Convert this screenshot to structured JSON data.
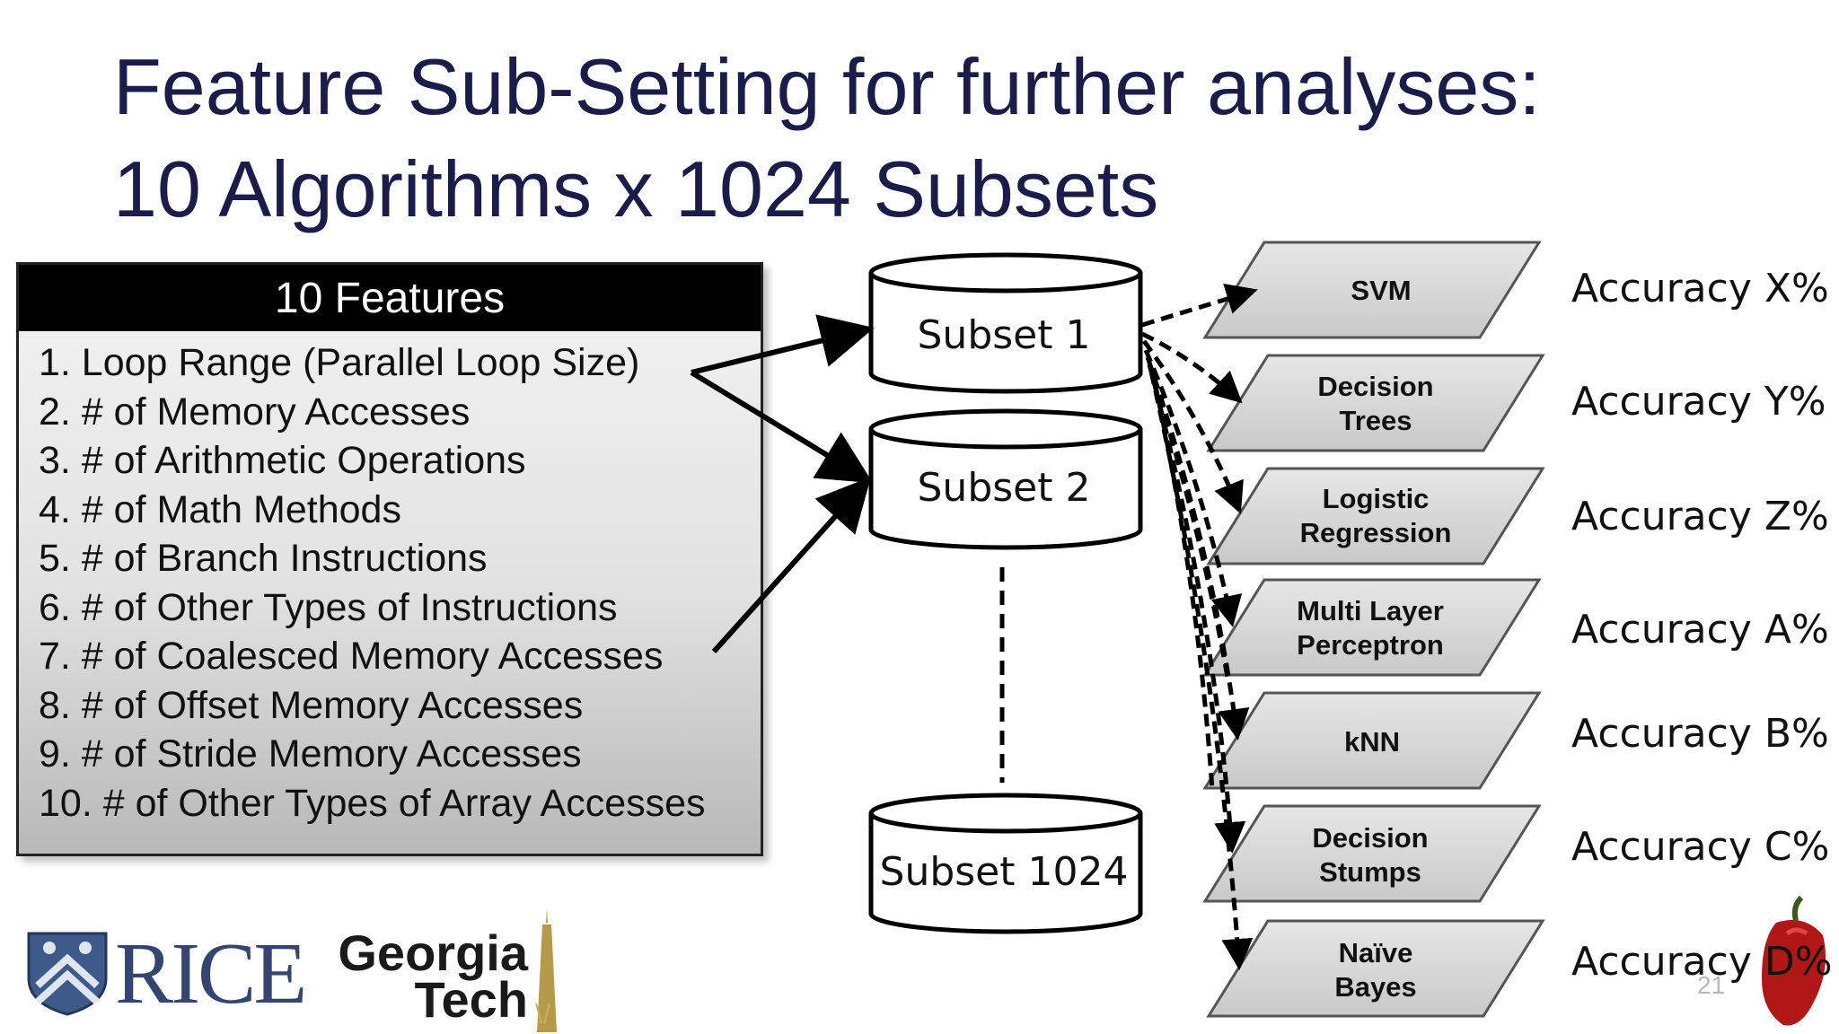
{
  "slide": {
    "title_line1": "Feature Sub-Setting for further analyses:",
    "title_line2": "10 Algorithms x 1024 Subsets",
    "slide_number": "21"
  },
  "features": {
    "header": "10 Features",
    "items": [
      "1. Loop Range (Parallel Loop Size)",
      "2. # of Memory Accesses",
      "3. # of Arithmetic Operations",
      "4. # of Math Methods",
      "5. # of Branch Instructions",
      "6. # of Other Types of Instructions",
      "7. # of Coalesced Memory Accesses",
      "8. # of Offset Memory  Accesses",
      "9. # of Stride Memory Accesses",
      "10. # of Other Types of Array Accesses"
    ]
  },
  "subsets": [
    "Subset 1",
    "Subset 2",
    "Subset 1024"
  ],
  "algorithms": [
    {
      "line1": "SVM",
      "line2": ""
    },
    {
      "line1": "Decision",
      "line2": "Trees"
    },
    {
      "line1": "Logistic",
      "line2": "Regression"
    },
    {
      "line1": "Multi Layer",
      "line2": "Perceptron"
    },
    {
      "line1": "kNN",
      "line2": ""
    },
    {
      "line1": "Decision",
      "line2": "Stumps"
    },
    {
      "line1": "Naïve",
      "line2": "Bayes"
    }
  ],
  "accuracies": [
    "Accuracy X%",
    "Accuracy Y%",
    "Accuracy Z%",
    "Accuracy A%",
    "Accuracy B%",
    "Accuracy C%",
    "Accuracy D%"
  ],
  "logos": {
    "rice": "RICE",
    "georgia_tech_line1": "Georgia",
    "georgia_tech_line2": "Tech"
  }
}
